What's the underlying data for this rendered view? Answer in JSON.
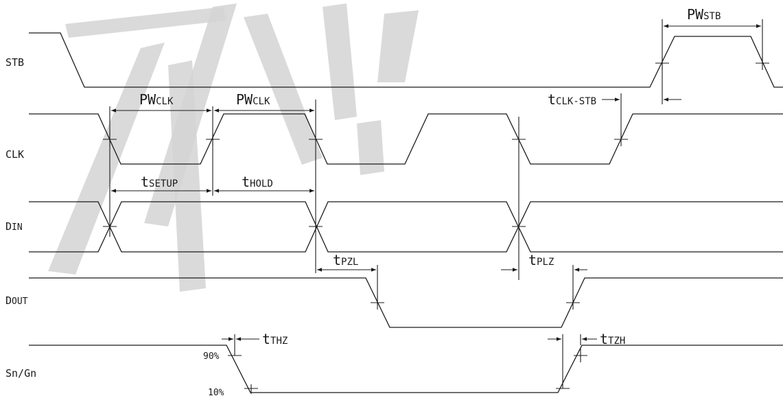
{
  "signals": {
    "stb": "STB",
    "clk": "CLK",
    "din_main": "D",
    "din_sub": "IN",
    "dout_main": "D",
    "dout_sub": "OUT",
    "sngn": "Sn/Gn"
  },
  "timing": {
    "pwclk_1": {
      "main": "PW",
      "sub": "CLK"
    },
    "pwclk_2": {
      "main": "PW",
      "sub": "CLK"
    },
    "pwstb": {
      "main": "PW",
      "sub": "STB"
    },
    "tclk_stb": {
      "main": "t",
      "sub": "CLK-STB"
    },
    "tsetup": {
      "main": "t",
      "sub": "SETUP"
    },
    "thold": {
      "main": "t",
      "sub": "HOLD"
    },
    "tpzl": {
      "main": "t",
      "sub": "PZL"
    },
    "tplz": {
      "main": "t",
      "sub": "PLZ"
    },
    "tthz": {
      "main": "t",
      "sub": "THZ"
    },
    "ttzh": {
      "main": "t",
      "sub": "TZH"
    }
  },
  "levels": {
    "p90": "90%",
    "p10": "10%"
  }
}
